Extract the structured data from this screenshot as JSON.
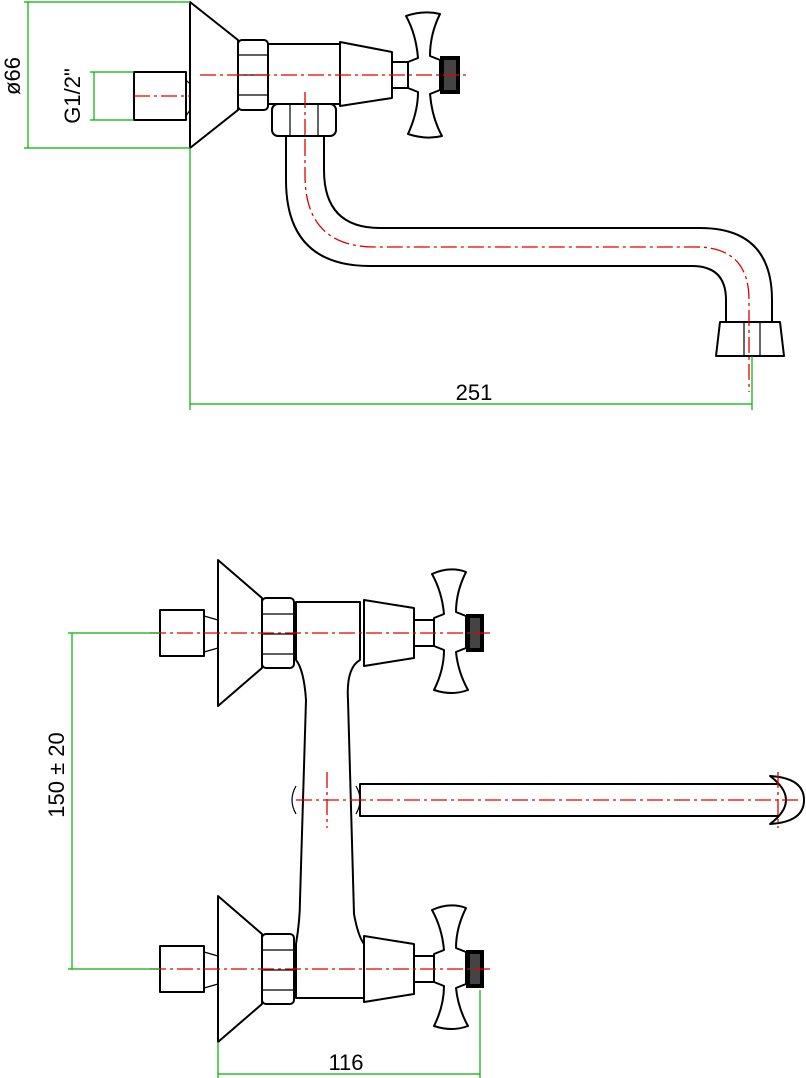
{
  "dimensions": {
    "diameter_label": "ø66",
    "thread_label": "G1/2\"",
    "reach_label": "251",
    "spacing_label": "150 ± 20",
    "width_label": "116"
  },
  "colors": {
    "outline": "#000000",
    "center_line": "#e00000",
    "dimension_line": "#00b000"
  }
}
